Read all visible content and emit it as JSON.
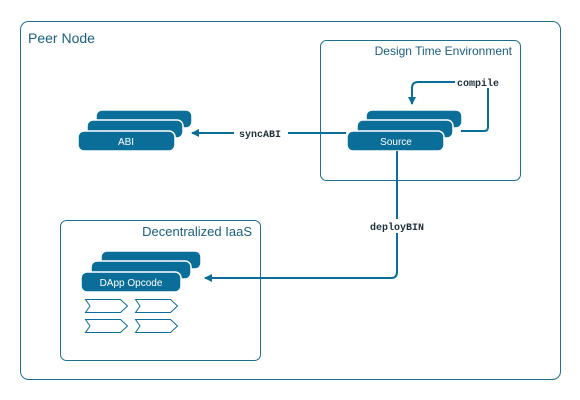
{
  "colors": {
    "accent": "#0B6E99",
    "frame": "#1E6E91",
    "pill_text": "#ffffff",
    "label_text": "#1A5F7E",
    "code_text": "#1F2F3A"
  },
  "peer_node": {
    "title": "Peer Node"
  },
  "design_time": {
    "title": "Design Time Environment"
  },
  "iaas": {
    "title": "Decentralized IaaS"
  },
  "abi": {
    "label": "ABI"
  },
  "source": {
    "label": "Source"
  },
  "dapp": {
    "label": "DApp Opcode"
  },
  "edges": {
    "compile": "compile",
    "sync_abi": "syncABI",
    "deploy_bin": "deployBIN"
  }
}
